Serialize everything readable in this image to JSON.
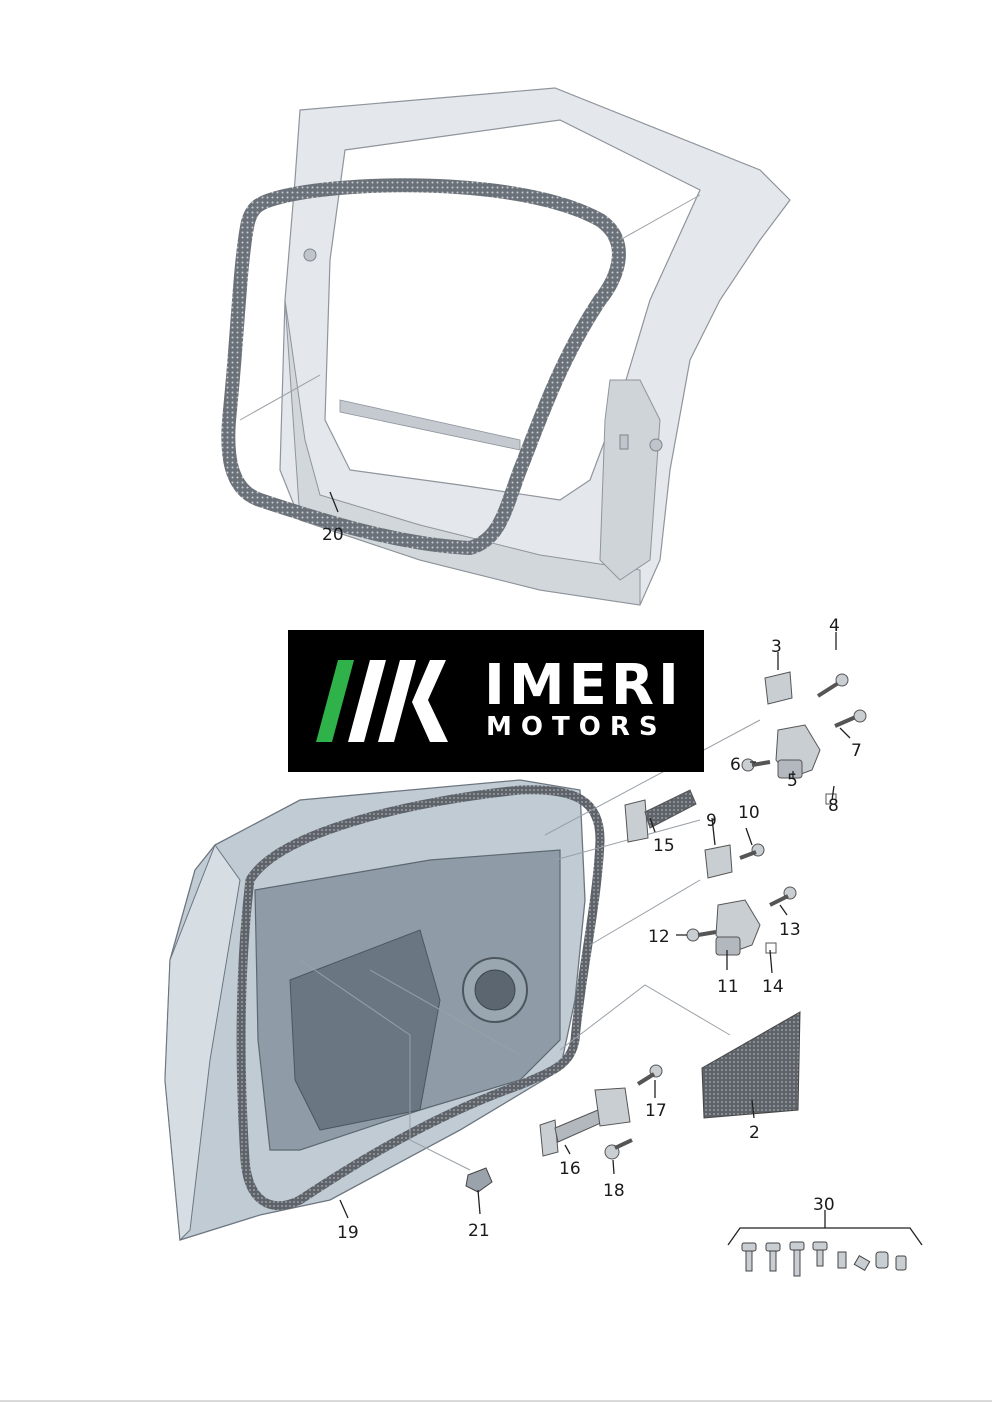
{
  "logo": {
    "line1": "IMERI",
    "line2": "MOTORS",
    "accent_color": "#2fb24a"
  },
  "callouts": [
    {
      "id": "c20",
      "label": "20"
    },
    {
      "id": "c4",
      "label": "4"
    },
    {
      "id": "c3",
      "label": "3"
    },
    {
      "id": "c7",
      "label": "7"
    },
    {
      "id": "c6",
      "label": "6"
    },
    {
      "id": "c5",
      "label": "5"
    },
    {
      "id": "c8",
      "label": "8"
    },
    {
      "id": "c15",
      "label": "15"
    },
    {
      "id": "c9",
      "label": "9"
    },
    {
      "id": "c10",
      "label": "10"
    },
    {
      "id": "c13",
      "label": "13"
    },
    {
      "id": "c12",
      "label": "12"
    },
    {
      "id": "c11",
      "label": "11"
    },
    {
      "id": "c14",
      "label": "14"
    },
    {
      "id": "c17",
      "label": "17"
    },
    {
      "id": "c2",
      "label": "2"
    },
    {
      "id": "c16",
      "label": "16"
    },
    {
      "id": "c18",
      "label": "18"
    },
    {
      "id": "c21",
      "label": "21"
    },
    {
      "id": "c19",
      "label": "19"
    },
    {
      "id": "c30",
      "label": "30"
    }
  ],
  "colors": {
    "body_panel": "#dfe3e8",
    "door_panel": "#b9c4ce",
    "door_inner": "#7f8d99",
    "seal": "#4a4f55",
    "parts": "#c9ced3"
  }
}
